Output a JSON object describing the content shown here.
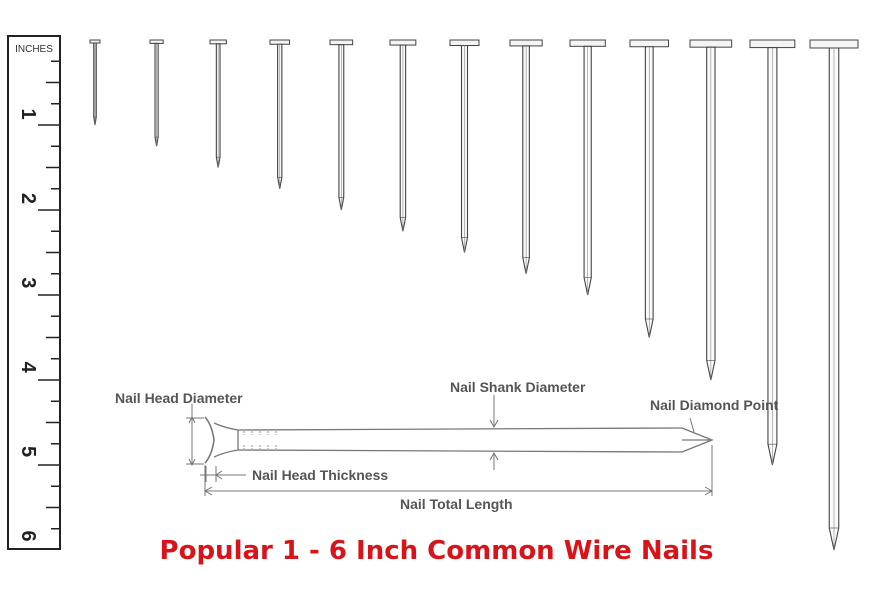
{
  "ruler": {
    "unit_label": "INCHES",
    "numbers": [
      "1",
      "2",
      "3",
      "4",
      "5",
      "6"
    ]
  },
  "nails": [
    {
      "length_in": 1.0
    },
    {
      "length_in": 1.25
    },
    {
      "length_in": 1.5
    },
    {
      "length_in": 1.75
    },
    {
      "length_in": 2.0
    },
    {
      "length_in": 2.25
    },
    {
      "length_in": 2.5
    },
    {
      "length_in": 2.75
    },
    {
      "length_in": 3.0
    },
    {
      "length_in": 3.5
    },
    {
      "length_in": 4.0
    },
    {
      "length_in": 5.0
    },
    {
      "length_in": 6.0
    }
  ],
  "diagram": {
    "head_diameter": "Nail Head Diameter",
    "shank_diameter": "Nail Shank Diameter",
    "diamond_point": "Nail Diamond Point",
    "head_thickness": "Nail Head Thickness",
    "total_length": "Nail Total Length"
  },
  "caption": "Popular 1 - 6 Inch Common Wire Nails",
  "colors": {
    "caption": "#d7141a",
    "nail_stroke": "#444444",
    "annotation": "#555555"
  }
}
